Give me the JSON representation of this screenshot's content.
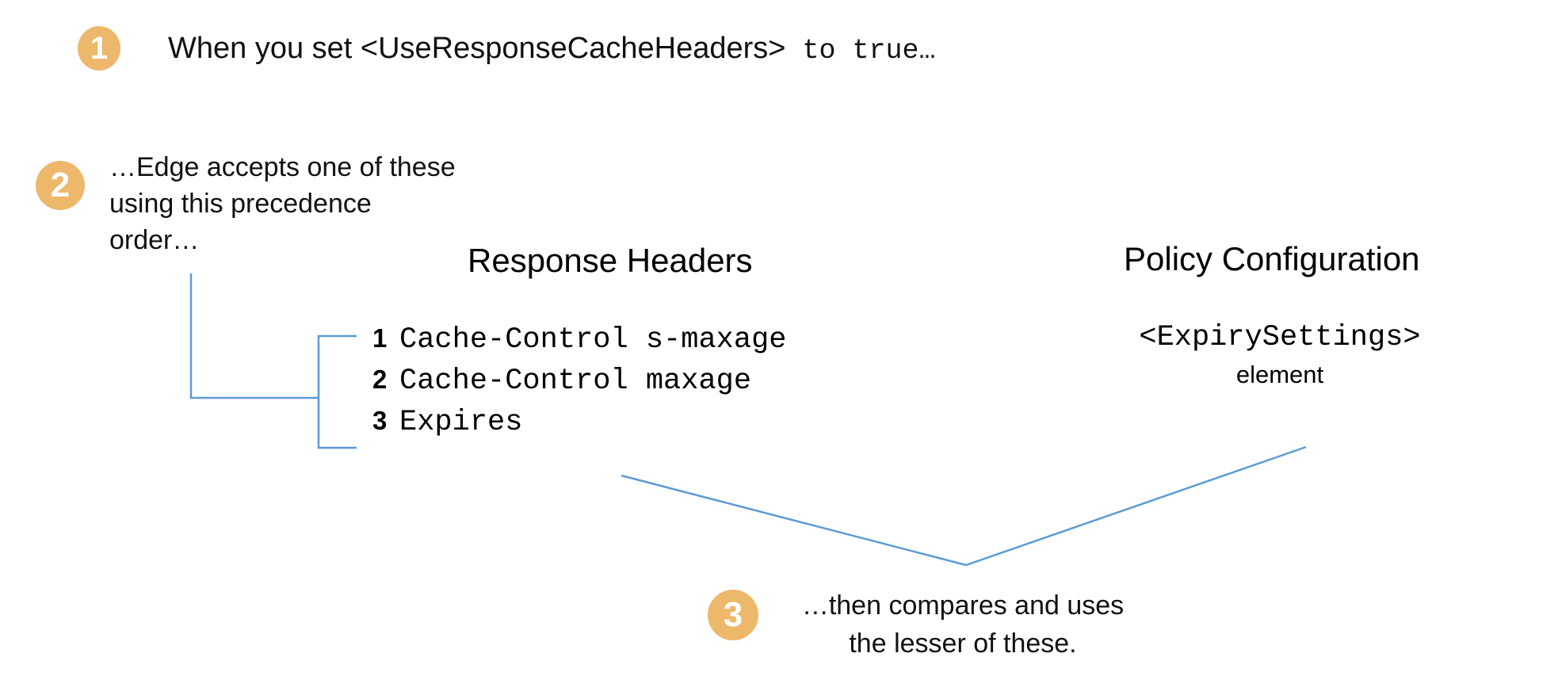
{
  "colors": {
    "badge": "#EDB86B",
    "badge_text": "#FFFFFF",
    "connector": "#5B9BD5",
    "text": "#000000",
    "background": "#FFFFFF"
  },
  "steps": [
    {
      "number": "1",
      "text_plain": "When you set <UseResponseCacheHeaders>",
      "text_mono": " to true…"
    },
    {
      "number": "2",
      "lines": [
        "…Edge accepts one of these",
        "using this precedence",
        "order…"
      ]
    },
    {
      "number": "3",
      "lines": [
        "…then compares and uses",
        "the lesser of these."
      ]
    }
  ],
  "columns": {
    "response_headers": {
      "heading": "Response Headers",
      "items": [
        {
          "rank": "1",
          "value": "Cache-Control s-maxage"
        },
        {
          "rank": "2",
          "value": "Cache-Control maxage"
        },
        {
          "rank": "3",
          "value": "Expires"
        }
      ]
    },
    "policy_configuration": {
      "heading": "Policy Configuration",
      "element_name": "<ExpirySettings>",
      "element_label": "element"
    }
  }
}
